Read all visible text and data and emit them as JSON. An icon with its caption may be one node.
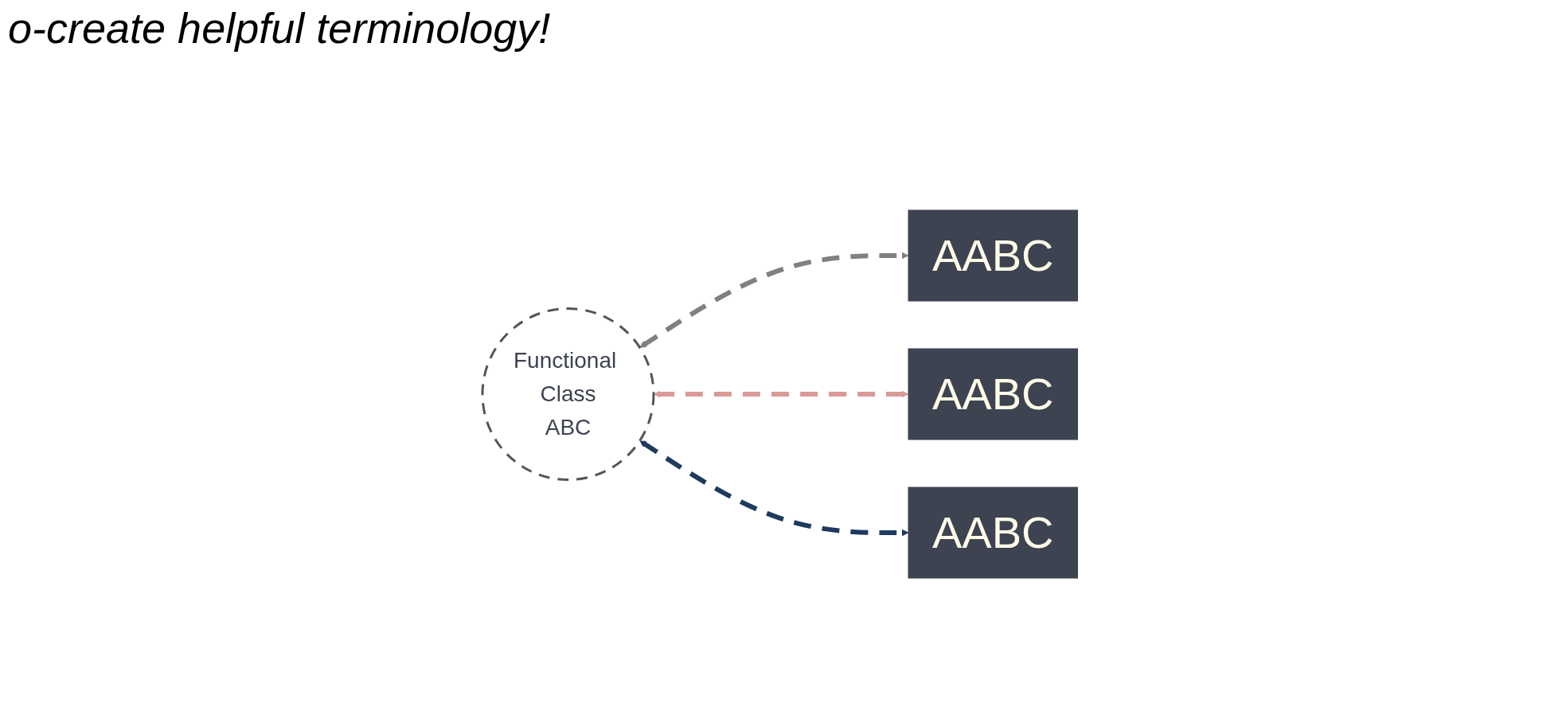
{
  "diagram": {
    "title": "o-create helpful terminology!",
    "nodes": [
      {
        "text": [
          "Functional Class",
          "ABC"
        ]
      },
      {
        "text": [
          "AABC"
        ]
      },
      {
        "text": [
          "AABC"
        ]
      },
      {
        "text": [
          "AABC"
        ]
      }
    ],
    "edges": [
      {
        "from": 0,
        "to": 1,
        "arrow": "both",
        "style": "dashed",
        "color": "#808080"
      },
      {
        "from": 0,
        "to": 2,
        "arrow": "both",
        "style": "dashed",
        "color": "#d99a96"
      },
      {
        "from": 0,
        "to": 3,
        "arrow": "both",
        "style": "dashed",
        "color": "#1f3a5f"
      }
    ]
  }
}
